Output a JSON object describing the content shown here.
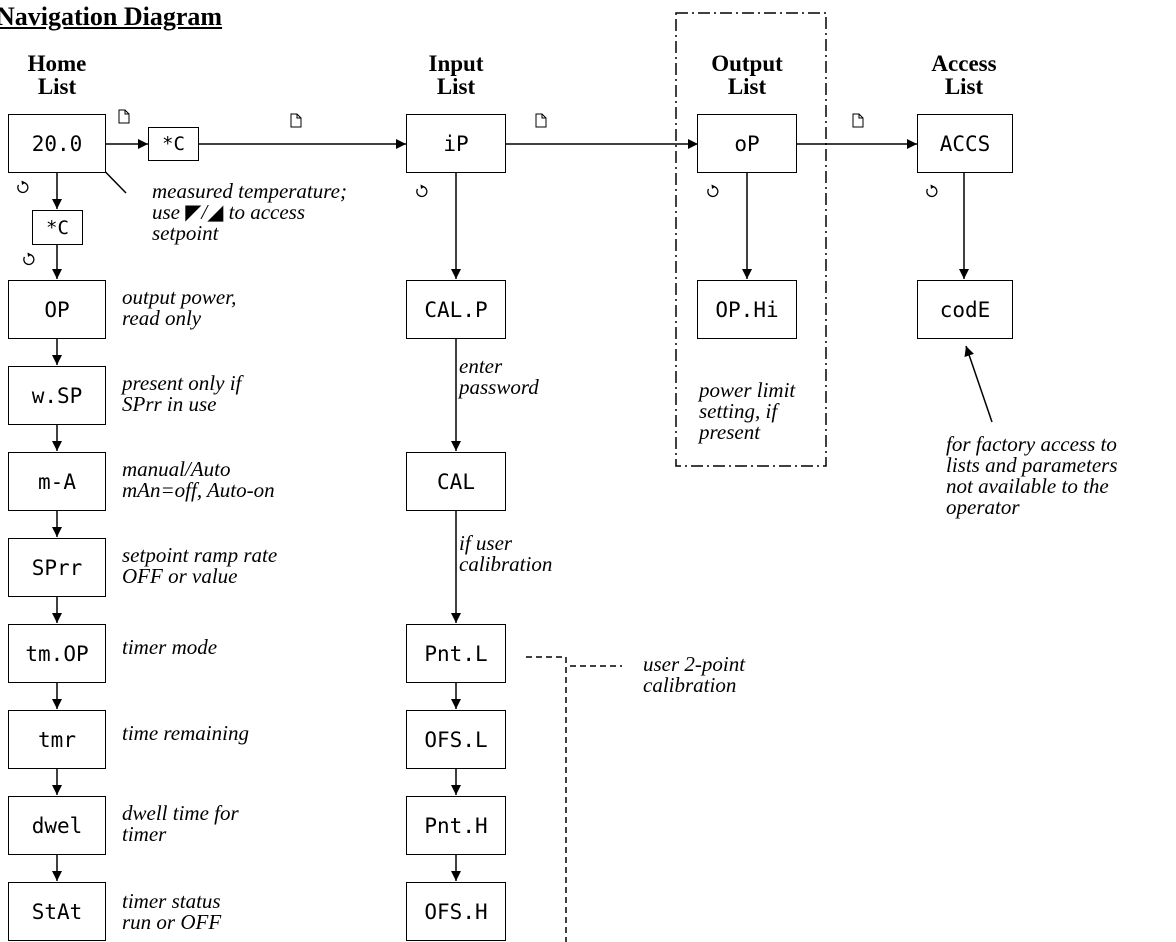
{
  "title": "Navigation Diagram",
  "lists": {
    "home": {
      "line1": "Home",
      "line2": "List"
    },
    "input": {
      "line1": "Input",
      "line2": "List"
    },
    "output": {
      "line1": "Output",
      "line2": "List"
    },
    "access": {
      "line1": "Access",
      "line2": "List"
    }
  },
  "home_list": {
    "top_display": "20.0",
    "units_next": "*C",
    "units": "*C",
    "items": [
      {
        "display": "OP",
        "note1": "output power,",
        "note2": "read only"
      },
      {
        "display": "w.SP",
        "note1": "present only if",
        "note2": "SPrr in use"
      },
      {
        "display": "m-A",
        "note1": "manual/Auto",
        "note2": "mAn=off, Auto-on"
      },
      {
        "display": "SPrr",
        "note1": "setpoint ramp rate",
        "note2": "OFF or value"
      },
      {
        "display": "tm.OP",
        "note1": "timer mode",
        "note2": ""
      },
      {
        "display": "tmr",
        "note1": "time remaining",
        "note2": ""
      },
      {
        "display": "dwel",
        "note1": "dwell time for",
        "note2": "timer"
      },
      {
        "display": "StAt",
        "note1": "timer status",
        "note2": "run or OFF"
      }
    ],
    "temp_note": {
      "line1": "measured temperature;",
      "line2": "use ◤/◢ to access",
      "line3": "setpoint"
    }
  },
  "input_list": {
    "head": "iP",
    "cal_p": "CAL.P",
    "cal": "CAL",
    "pnt_l": "Pnt.L",
    "ofs_l": "OFS.L",
    "pnt_h": "Pnt.H",
    "ofs_h": "OFS.H",
    "note_password": {
      "line1": "enter",
      "line2": "password"
    },
    "note_user_cal": {
      "line1": "if user",
      "line2": "calibration"
    },
    "note_two_point": {
      "line1": "user 2-point",
      "line2": "calibration"
    }
  },
  "output_list": {
    "head": "oP",
    "item": "OP.Hi",
    "note": {
      "line1": "power limit",
      "line2": "setting, if",
      "line3": "present"
    }
  },
  "access_list": {
    "head": "ACCS",
    "item": "codE",
    "note": {
      "line1": "for factory access to",
      "line2": "lists and parameters",
      "line3": "not available to the",
      "line4": "operator"
    }
  },
  "icons": {
    "page_key": "page-key-icon",
    "scroll_key": "scroll-key-icon"
  }
}
